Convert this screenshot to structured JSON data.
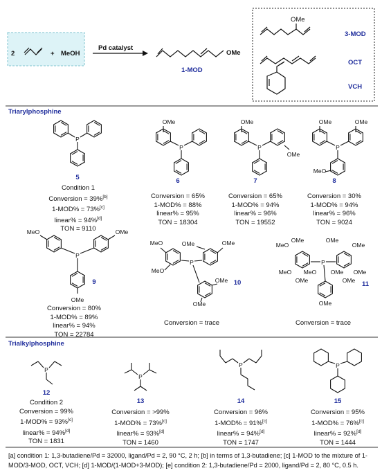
{
  "scheme": {
    "reactant_num": "2",
    "plus": "+",
    "meoh": "MeOH",
    "catalyst": "Pd catalyst",
    "product_label": "1-MOD",
    "product_ome": "OMe",
    "side_ome": "OMe",
    "side_products": [
      "3-MOD",
      "OCT",
      "VCH"
    ]
  },
  "sections": {
    "aryl": "Triarylphosphine",
    "alkyl": "Trialkylphosphine"
  },
  "labels": {
    "ome": "OMe",
    "meo": "MeO",
    "p": "P"
  },
  "compounds": {
    "c5": {
      "id": "5",
      "lines": [
        "Condition 1",
        "Conversion = 39%",
        "1-MOD% = 73%",
        "linear% = 94%",
        "TON = 9110"
      ],
      "sups": [
        "",
        "[b]",
        "[c]",
        "[d]",
        ""
      ]
    },
    "c6": {
      "id": "6",
      "lines": [
        "Conversion = 65%",
        "1-MOD% = 88%",
        "linear% = 95%",
        "TON = 18304"
      ]
    },
    "c7": {
      "id": "7",
      "lines": [
        "Conversion = 65%",
        "1-MOD% = 94%",
        "linear% = 96%",
        "TON = 19552"
      ]
    },
    "c8": {
      "id": "8",
      "lines": [
        "Conversion = 30%",
        "1-MOD% = 94%",
        "linear% = 96%",
        "TON = 9024"
      ]
    },
    "c9": {
      "id": "9",
      "lines": [
        "Conversion = 80%",
        "1-MOD% = 89%",
        "linear% = 94%",
        "TON = 22784"
      ]
    },
    "c10": {
      "id": "10",
      "lines": [
        "Conversion = trace"
      ]
    },
    "c11": {
      "id": "11",
      "lines": [
        "Conversion = trace"
      ]
    },
    "c12": {
      "id": "12",
      "lines": [
        "Condition 2",
        "Conversion = 99%",
        "1-MOD% = 93%",
        "linear% = 94%",
        "TON = 1831"
      ],
      "sups": [
        "",
        "",
        "[c]",
        "[d]",
        ""
      ]
    },
    "c13": {
      "id": "13",
      "lines": [
        "Conversion = >99%",
        "1-MOD% = 73%",
        "linear% = 93%",
        "TON = 1460"
      ],
      "sups": [
        "",
        "[c]",
        "[d]",
        ""
      ]
    },
    "c14": {
      "id": "14",
      "lines": [
        "Conversion = 96%",
        "1-MOD% = 91%",
        "linear% = 94%",
        "TON = 1747"
      ],
      "sups": [
        "",
        "[c]",
        "[d]",
        ""
      ]
    },
    "c15": {
      "id": "15",
      "lines": [
        "Conversion = 95%",
        "1-MOD% = 76%",
        "linear% = 92%",
        "TON = 1444"
      ],
      "sups": [
        "",
        "[c]",
        "[d]",
        ""
      ]
    }
  },
  "footnote": "[a] condition 1: 1,3-butadiene/Pd = 32000, ligand/Pd = 2, 90 °C, 2 h; [b] in terms of 1,3-butadiene; [c] 1-MOD to the mixture of 1-MOD/3-MOD, OCT, VCH; [d] 1-MOD/(1-MOD+3-MOD); [e] condition 2: 1,3-butadiene/Pd = 2000, ligand/Pd = 2, 80 °C, 0.5 h."
}
